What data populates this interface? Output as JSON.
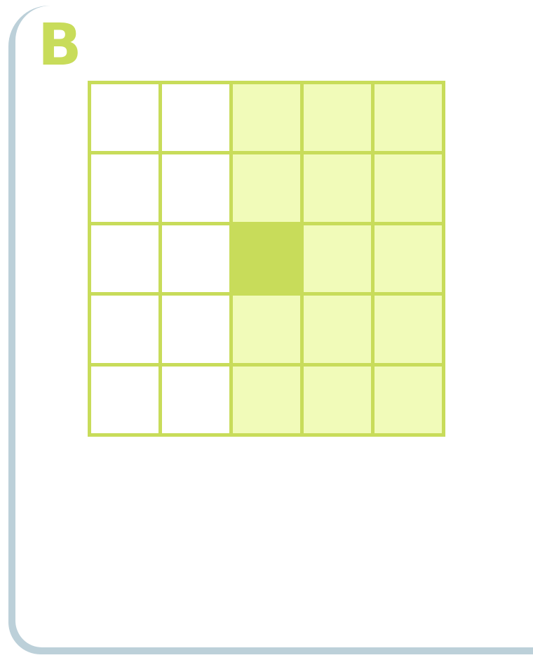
{
  "card": {
    "label": "B"
  },
  "colors": {
    "accent": "#c8dc5a",
    "light_fill": "#f1fbb9",
    "empty": "#ffffff",
    "card_shadow": "#bcd0d9"
  },
  "grid": {
    "rows": 5,
    "cols": 5,
    "cells": [
      [
        "empty",
        "empty",
        "light",
        "light",
        "light"
      ],
      [
        "empty",
        "empty",
        "light",
        "light",
        "light"
      ],
      [
        "empty",
        "empty",
        "dark",
        "light",
        "light"
      ],
      [
        "empty",
        "empty",
        "light",
        "light",
        "light"
      ],
      [
        "empty",
        "empty",
        "light",
        "light",
        "light"
      ]
    ]
  }
}
